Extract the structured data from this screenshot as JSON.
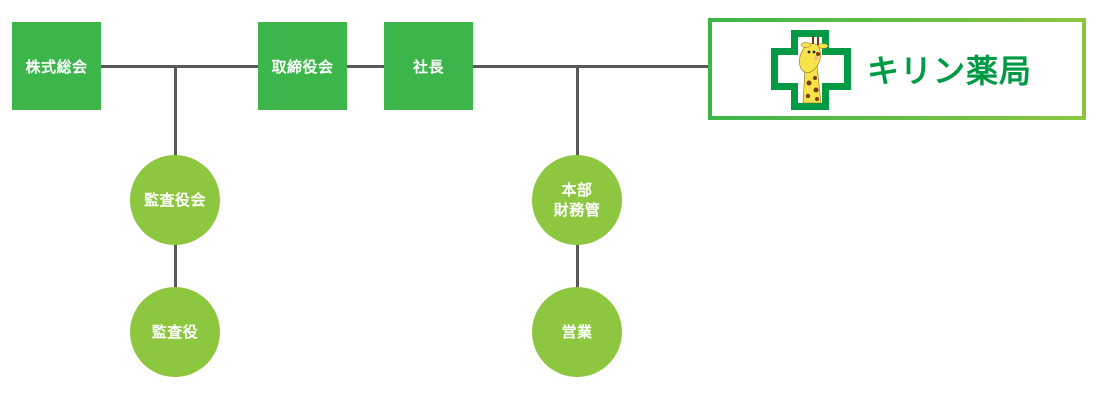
{
  "diagram": {
    "title": "組織図",
    "boxes": [
      {
        "id": "shareholders",
        "label": "株式総会"
      },
      {
        "id": "board",
        "label": "取締役会"
      },
      {
        "id": "president",
        "label": "社長"
      }
    ],
    "circles": [
      {
        "id": "audit-board",
        "lines": [
          "監査役会"
        ]
      },
      {
        "id": "auditor",
        "lines": [
          "監査役"
        ]
      },
      {
        "id": "hq-finance",
        "lines": [
          "本部",
          "財務管"
        ]
      },
      {
        "id": "sales",
        "lines": [
          "営業"
        ]
      }
    ],
    "logo": {
      "text": "キリン薬局",
      "icon": "green-cross-giraffe-icon"
    }
  },
  "colors": {
    "box": "#3cb54a",
    "circle": "#8dc63f",
    "line": "#595757",
    "logo_text": "#009a44",
    "logo_border_left": "#3cb54a",
    "logo_border_right": "#8dc63f"
  }
}
